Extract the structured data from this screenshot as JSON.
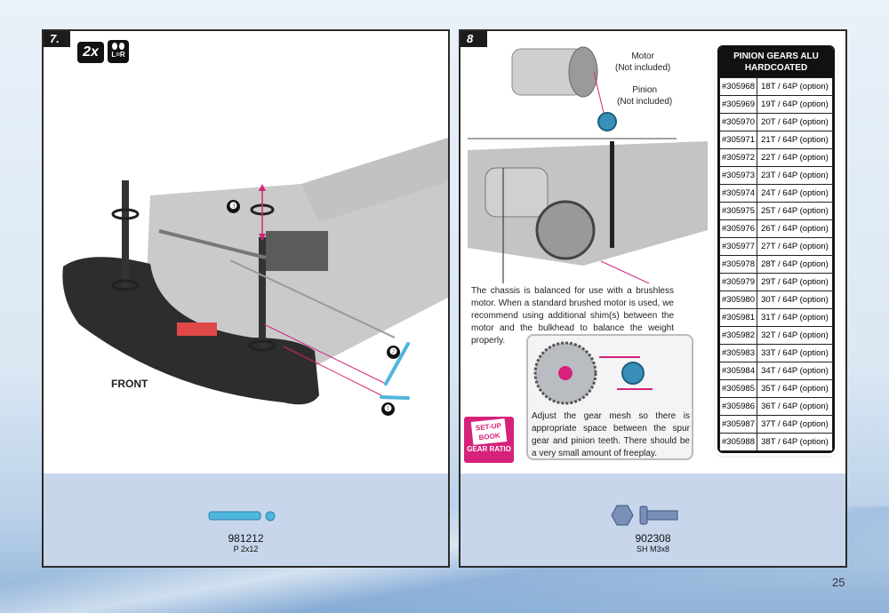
{
  "page_number": "25",
  "step7": {
    "step_label": "7.",
    "qty_badge": "2x",
    "mirror_badge": "L=R",
    "front_label": "FRONT",
    "callout_numbers": [
      "❸",
      "❷",
      "❶"
    ],
    "part": {
      "number": "981212",
      "desc": "P 2x12"
    }
  },
  "step8": {
    "step_label": "8",
    "motor_label_line1": "Motor",
    "motor_label_line2": "(Not included)",
    "pinion_label_line1": "Pinion",
    "pinion_label_line2": "(Not included)",
    "balance_note": "The chassis is balanced for use with a brushless motor. When a standard brushed motor is used, we recommend using additional shim(s) between the motor and the bulkhead to balance the weight properly.",
    "gear_note": "Adjust the gear mesh so there is appropriate space between the spur gear and pinion teeth. There should be a very small amount of freeplay.",
    "setup_book": {
      "line1": "SET-UP",
      "line2": "BOOK",
      "label": "GEAR RATIO"
    },
    "table": {
      "title_line1": "PINION GEARS ALU",
      "title_line2": "HARDCOATED",
      "rows": [
        {
          "code": "#305968",
          "spec": "18T / 64P (option)"
        },
        {
          "code": "#305969",
          "spec": "19T / 64P (option)"
        },
        {
          "code": "#305970",
          "spec": "20T / 64P (option)"
        },
        {
          "code": "#305971",
          "spec": "21T / 64P (option)"
        },
        {
          "code": "#305972",
          "spec": "22T / 64P (option)"
        },
        {
          "code": "#305973",
          "spec": "23T / 64P (option)"
        },
        {
          "code": "#305974",
          "spec": "24T / 64P (option)"
        },
        {
          "code": "#305975",
          "spec": "25T / 64P (option)"
        },
        {
          "code": "#305976",
          "spec": "26T / 64P (option)"
        },
        {
          "code": "#305977",
          "spec": "27T / 64P (option)"
        },
        {
          "code": "#305978",
          "spec": "28T / 64P (option)"
        },
        {
          "code": "#305979",
          "spec": "29T / 64P (option)"
        },
        {
          "code": "#305980",
          "spec": "30T / 64P (option)"
        },
        {
          "code": "#305981",
          "spec": "31T / 64P (option)"
        },
        {
          "code": "#305982",
          "spec": "32T / 64P (option)"
        },
        {
          "code": "#305983",
          "spec": "33T / 64P (option)"
        },
        {
          "code": "#305984",
          "spec": "34T / 64P (option)"
        },
        {
          "code": "#305985",
          "spec": "35T / 64P (option)"
        },
        {
          "code": "#305986",
          "spec": "36T / 64P (option)"
        },
        {
          "code": "#305987",
          "spec": "37T / 64P (option)"
        },
        {
          "code": "#305988",
          "spec": "38T / 64P (option)"
        }
      ]
    },
    "part": {
      "number": "902308",
      "desc": "SH M3x8"
    }
  },
  "colors": {
    "accent_magenta": "#d6227a",
    "panel_bottom": "#c8d6ec",
    "pin_cyan": "#4fb6dc"
  }
}
